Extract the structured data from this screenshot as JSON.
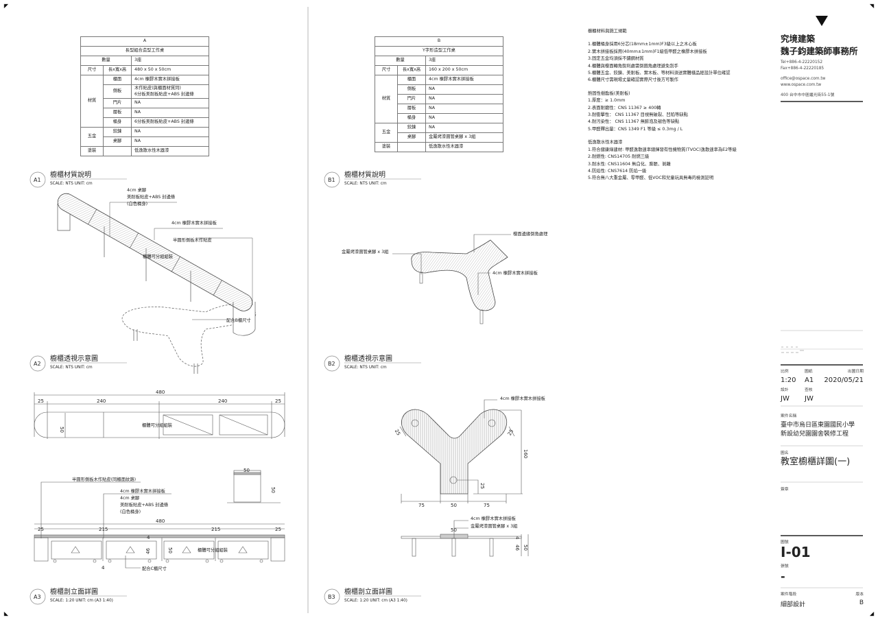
{
  "table_a": {
    "header": "A",
    "name": "長型組合造型工作桌",
    "qty_label": "數量",
    "qty": "3座",
    "size_label": "尺寸",
    "size_sub": "長x寬x高",
    "size": "480 x 50 x 50cm",
    "material_label": "材質",
    "materials": [
      {
        "item": "櫃面",
        "value": "4cm 橡膠木實木拼接板"
      },
      {
        "item": "側板",
        "value": "木作貼皮(與櫃面材質同)\n6分板美耐板貼皮+ABS 封邊條"
      },
      {
        "item": "門片",
        "value": "NA"
      },
      {
        "item": "層板",
        "value": "NA"
      },
      {
        "item": "桶身",
        "value": "6分板美耐板貼皮+ABS 封邊條"
      }
    ],
    "hardware_label": "五金",
    "hardware": [
      {
        "item": "鉸鍊",
        "value": "NA"
      },
      {
        "item": "桌腳",
        "value": "NA"
      }
    ],
    "finish_label": "塗裝",
    "finish": "低逸散水性木器漆"
  },
  "table_b": {
    "header": "B",
    "name": "Y字形造型工作桌",
    "qty_label": "數量",
    "qty": "3座",
    "size_label": "尺寸",
    "size_sub": "長x寬x高",
    "size": "160 x 200 x 50cm",
    "material_label": "材質",
    "materials": [
      {
        "item": "櫃面",
        "value": "4cm 橡膠木實木拼接板"
      },
      {
        "item": "側板",
        "value": "NA"
      },
      {
        "item": "門片",
        "value": "NA"
      },
      {
        "item": "層板",
        "value": "NA"
      },
      {
        "item": "桶身",
        "value": "NA"
      }
    ],
    "hardware_label": "五金",
    "hardware": [
      {
        "item": "鉸鍊",
        "value": "NA"
      },
      {
        "item": "桌腳",
        "value": "金屬烤漆圓管桌腳 x 3組"
      }
    ],
    "finish_label": "塗裝",
    "finish": "低逸散水性木器漆"
  },
  "notes": {
    "sections": [
      {
        "heading": "櫥櫃材料與施工規範",
        "items": [
          "1.櫃體桶身採用6分芯(18mm±1mm)F3級以上之木心板",
          "2.實木拼接板採用(40mm±1mm)F1級低甲醛之橡膠木拼接板",
          "3.固定五金均須採不鏽鋼材質",
          "4.櫃體與檯面轉角銳利處需倒圓角處理避免刮手",
          "5.櫃體五金、鉸鍊、美耐板、實木板、等材料須送實體樣品經設計單位確認",
          "6.櫃體尺寸需現場丈量確認實際尺寸後方可製作"
        ]
      },
      {
        "heading": "熱固性樹酯板(美耐板)",
        "items": [
          "1.厚度：≥ 1.0mm",
          "2.表面耐磨性：CNS 11367 ≥ 400轉",
          "3.耐衝擊性： CNS 11367 目視無破裂、凹陷等缺點",
          "4.耐污染性： CNS 11367 無膨泡及褪色等缺點",
          "5.甲醛釋出量：CNS 1349 F1 等級 ≤ 0.3mg / L"
        ]
      },
      {
        "heading": "低逸散水性木器漆",
        "items": [
          "1.符合健康綠建材: 甲醛逸散速率總揮發有性機物質(TVOC)逸散速率為E2等級",
          "2.耐燃性: CNS14705 耐燃三級",
          "3.耐水性: CNS11604 無白化、膨脹、剝離",
          "4.防焰性: CNS7614 防焰一級",
          "5.符合無八大重金屬、零甲醛、低VOC和兒童玩具無毒的檢測証明"
        ]
      }
    ]
  },
  "drawings": {
    "a1": {
      "code": "A1",
      "title": "櫥櫃材質說明",
      "scale": "SCALE: NTS  UNIT: cm"
    },
    "a2": {
      "code": "A2",
      "title": "櫥櫃透視示意圖",
      "scale": "SCALE: NTS  UNIT: cm",
      "callouts": [
        "4cm 桌腳",
        "美耐板貼皮+ABS 封邊條",
        "(白色桶身)",
        "4cm 橡膠木實木拼接板",
        "半圓形側板木作貼皮",
        "櫃體可分組組裝",
        "配合B櫃尺寸"
      ]
    },
    "a_plan": {
      "dims": [
        "480",
        "25",
        "240",
        "240",
        "25",
        "50"
      ],
      "label": "櫃體可分組組裝"
    },
    "a3": {
      "code": "A3",
      "title": "櫥櫃剖立面詳圖",
      "scale": "SCALE: 1:20   UNIT: cm    (A3 1:40)",
      "callouts": [
        "半圓形側板木作貼皮(同櫃面紋路)",
        "4cm 橡膠木實木拼接板",
        "4cm 桌腳",
        "美耐板貼皮+ABS 封邊條",
        "(白色桶身)",
        "櫃體可分組組裝",
        "配合C櫃尺寸"
      ],
      "dims": [
        "480",
        "25",
        "215",
        "215",
        "25",
        "4",
        "46",
        "50",
        "4"
      ],
      "side_dims": [
        "50",
        "50"
      ]
    },
    "b1": {
      "code": "B1",
      "title": "櫥櫃材質說明",
      "scale": "SCALE: NTS  UNIT: cm"
    },
    "b2": {
      "code": "B2",
      "title": "櫥櫃透視示意圖",
      "scale": "SCALE: NTS  UNIT: cm",
      "callouts": [
        "檯面邊緣倒角處理",
        "金屬烤漆圓管桌腳 x 3組",
        "4cm 橡膠木實木拼接板"
      ]
    },
    "b3": {
      "code": "B3",
      "title": "櫥櫃剖立面詳圖",
      "scale": "SCALE: 1:20   UNIT: cm    (A3 1:40)",
      "callouts": [
        "4cm 橡膠木實木拼接板",
        "4cm 橡膠木實木拼接板",
        "金屬烤漆圓管桌腳 x 3組"
      ],
      "plan_dims": [
        "25",
        "25",
        "160",
        "25",
        "75",
        "50",
        "75"
      ],
      "elev_dims": [
        "50",
        "4",
        "46",
        "50"
      ]
    }
  },
  "title_block": {
    "firm_line1": "究境建築",
    "firm_line2": "魏子鈞建築師事務所",
    "tel": "Tel+886-4-22220152",
    "fax": "Fax+886-4-22220185",
    "email": "office@ospace.com.tw",
    "web": "www.ospace.com.tw",
    "address": "400 台中市中區繼光街55-1號",
    "scale_label": "比例",
    "scale": "1:20",
    "paper_label": "圖紙",
    "paper": "A1",
    "date_label": "出圖日期",
    "date": "2020/05/21",
    "design_label": "設計",
    "design": "JW",
    "check_label": "查核",
    "check": "JW",
    "project_label": "案件名稱",
    "project_line1": "臺中市烏日區東園國民小學",
    "project_line2": "新設幼兒園園舍裝修工程",
    "drawing_name_label": "圖名",
    "drawing_name": "教室櫥櫃詳圖(一)",
    "signature_label": "簽章",
    "drawing_no_label": "圖號",
    "drawing_no": "I-01",
    "sheet_no_label": "張號",
    "sheet_no": "-",
    "phase_label": "案件階段",
    "phase": "細部設計",
    "version_label": "版本",
    "version": "B"
  }
}
